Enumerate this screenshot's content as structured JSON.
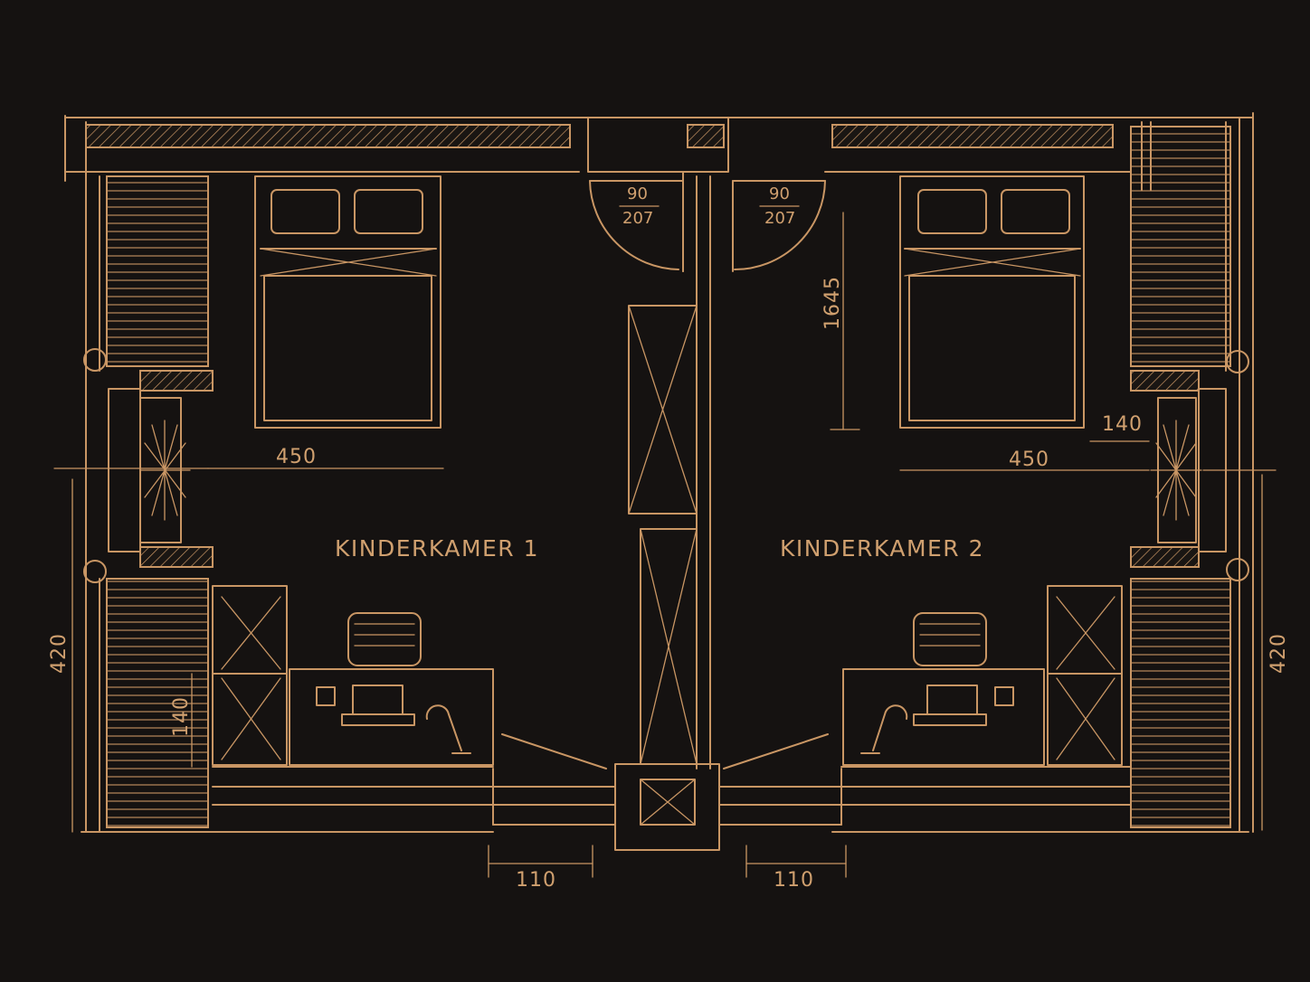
{
  "rooms": [
    {
      "name": "KINDERKAMER 1"
    },
    {
      "name": "KINDERKAMER 2"
    }
  ],
  "doors": [
    {
      "width": "90",
      "height": "207"
    },
    {
      "width": "90",
      "height": "207"
    }
  ],
  "dimensions": {
    "bed_width_left": "450",
    "bed_width_right": "450",
    "bed_length_right": "1645",
    "window_left": "110",
    "window_right": "110",
    "height_left": "420",
    "height_right": "420",
    "desk_depth_left": "140",
    "gap_right": "140"
  },
  "colors": {
    "background": "#151211",
    "line": "#c99664"
  }
}
